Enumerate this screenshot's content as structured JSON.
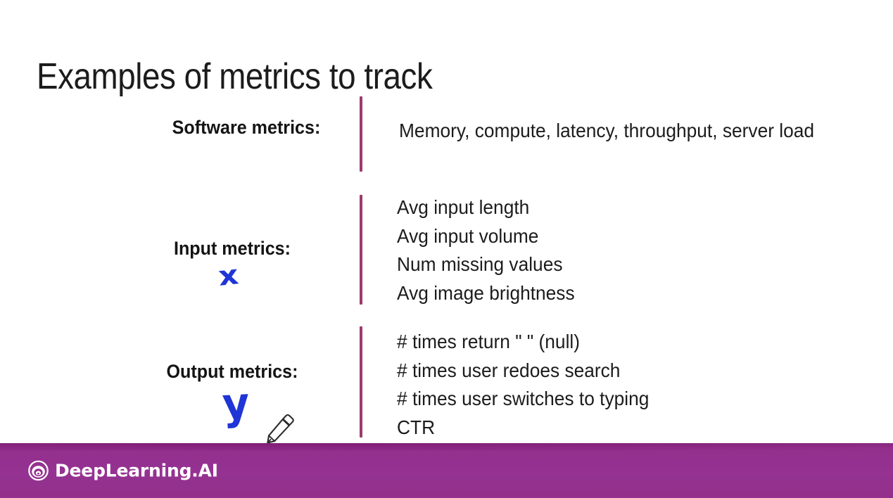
{
  "slide": {
    "title": "Examples of metrics to track",
    "background_color": "#ffffff"
  },
  "rows": [
    {
      "label": "Software metrics:",
      "annotation": "",
      "items": [
        "Memory, compute, latency, throughput, server load"
      ]
    },
    {
      "label": "Input metrics:",
      "annotation": "x",
      "items": [
        "Avg input length",
        "Avg input volume",
        "Num missing values",
        "Avg image brightness"
      ]
    },
    {
      "label": "Output metrics:",
      "annotation": "y",
      "items": [
        "# times return \" \" (null)",
        "# times user redoes search",
        "# times user switches to typing",
        "CTR"
      ]
    }
  ],
  "annotations": {
    "input_mark": "x",
    "output_mark": "y",
    "ink_color": "#1f35d5",
    "cursor": "pen-cursor-icon"
  },
  "dividers": {
    "color": "#9c3a6b",
    "count": 3
  },
  "footer": {
    "brand": "DeepLearning.AI",
    "logo_icon": "deeplearning-spiral-logo-icon",
    "background_color": "#93308d",
    "text_color": "#ffffff"
  }
}
